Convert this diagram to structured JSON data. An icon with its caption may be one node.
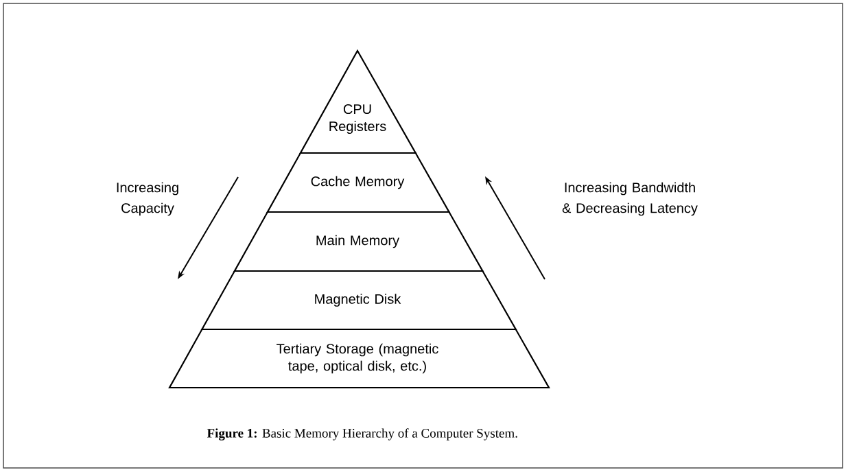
{
  "diagram": {
    "caption": "**Figure 1:** Basic Memory Hierarchy of a Computer System.",
    "nodes": [
      {
        "text": [
          "CPU Registers"
        ]
      },
      {
        "text": [
          "Cache Memory"
        ]
      },
      {
        "text": [
          "Main Memory"
        ]
      },
      {
        "text": [
          "Magnetic Disk"
        ]
      },
      {
        "text": [
          "Tertiary Storage (magnetic tape, optical disk, etc.)"
        ]
      }
    ],
    "labels": [
      "Increasing Capacity",
      "Increasing Bandwidth & Decreasing Latency"
    ]
  }
}
